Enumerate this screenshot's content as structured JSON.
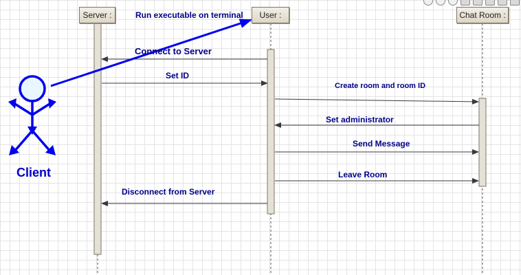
{
  "lifelines": {
    "server": "Server :",
    "user": "User :",
    "chat_room": "Chat Room :"
  },
  "actor": {
    "name": "Client"
  },
  "messages": {
    "run_executable": "Run executable on terminal",
    "connect": "Connect to Server",
    "set_id": "Set ID",
    "create_room": "Create room and room ID",
    "set_admin": "Set administrator",
    "send_message": "Send Message",
    "leave_room": "Leave Room",
    "disconnect": "Disconnect from Server"
  },
  "colors": {
    "actor": "#0000ee",
    "label": "#000088",
    "arrow": "#3a3a3a"
  },
  "toolbar_icons": [
    "zoom-in-icon",
    "zoom-out-icon",
    "zoom-fit-icon",
    "save-icon",
    "print-icon",
    "export-icon",
    "copy-icon",
    "settings-icon"
  ]
}
